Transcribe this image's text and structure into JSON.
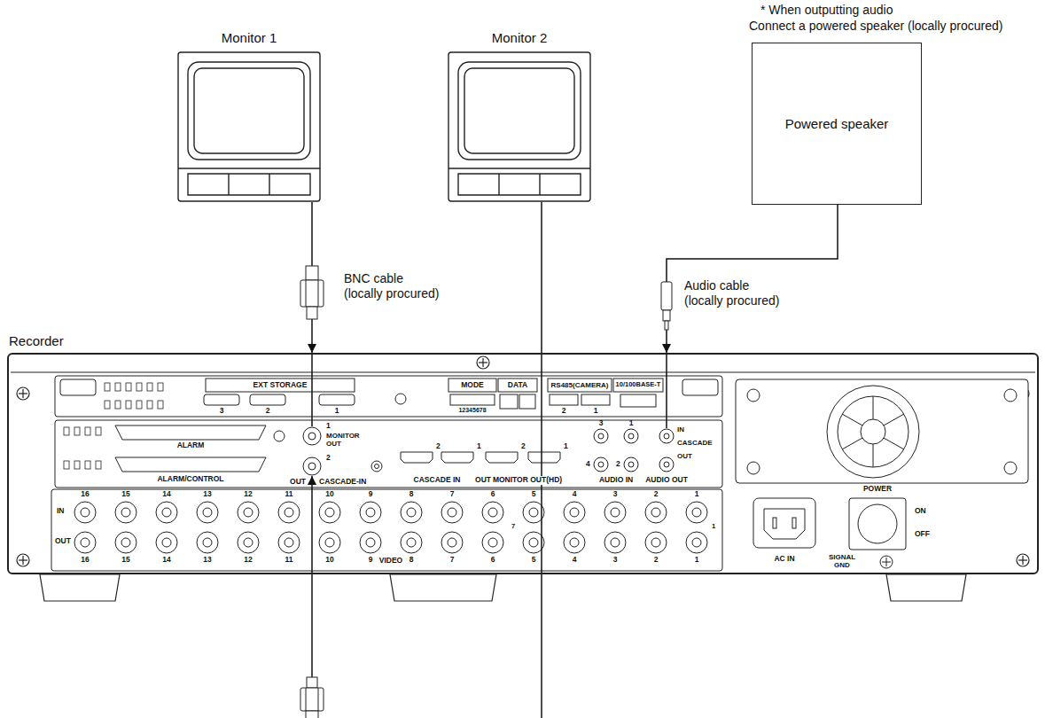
{
  "diagram": {
    "nodes": [
      {
        "text": [
          "Monitor 1"
        ]
      },
      {
        "text": [
          "Monitor 2"
        ]
      },
      {
        "text": [
          "Powered speaker"
        ]
      },
      {
        "text": [
          "Recorder"
        ]
      }
    ],
    "edges": [
      {
        "from": 0,
        "to": 3,
        "arrow": "to",
        "label": "BNC cable (locally procured)"
      },
      {
        "from": 2,
        "to": 3,
        "arrow": "to",
        "label": "Audio cable (locally procured)"
      }
    ],
    "labels": [
      "* When outputting audio",
      "Connect a powered speaker (locally procured)",
      "EXT STORAGE",
      "3",
      "2",
      "1",
      "MODE",
      "12345678",
      "DATA",
      "RS485(CAMERA)",
      "2",
      "1",
      "10/100BASE-T",
      "ALARM",
      "ALARM/CONTROL",
      "1",
      "MONITOR OUT",
      "2",
      "OUT",
      "CASCADE-IN",
      "2",
      "1",
      "CASCADE IN",
      "2",
      "1",
      "OUT",
      "MONITOR OUT(HD)",
      "3",
      "1",
      "4",
      "2",
      "AUDIO IN",
      "IN",
      "CASCADE",
      "OUT",
      "AUDIO OUT",
      "IN",
      "OUT",
      "16",
      "15",
      "14",
      "13",
      "12",
      "11",
      "10",
      "9",
      "8",
      "7",
      "6",
      "5",
      "4",
      "3",
      "2",
      "1",
      "16",
      "15",
      "14",
      "13",
      "12",
      "11",
      "10",
      "9",
      "8",
      "7",
      "6",
      "5",
      "4",
      "3",
      "2",
      "1",
      "7",
      "1",
      "VIDEO",
      "AC IN",
      "SIGNAL GND",
      "POWER",
      "ON",
      "OFF"
    ]
  }
}
